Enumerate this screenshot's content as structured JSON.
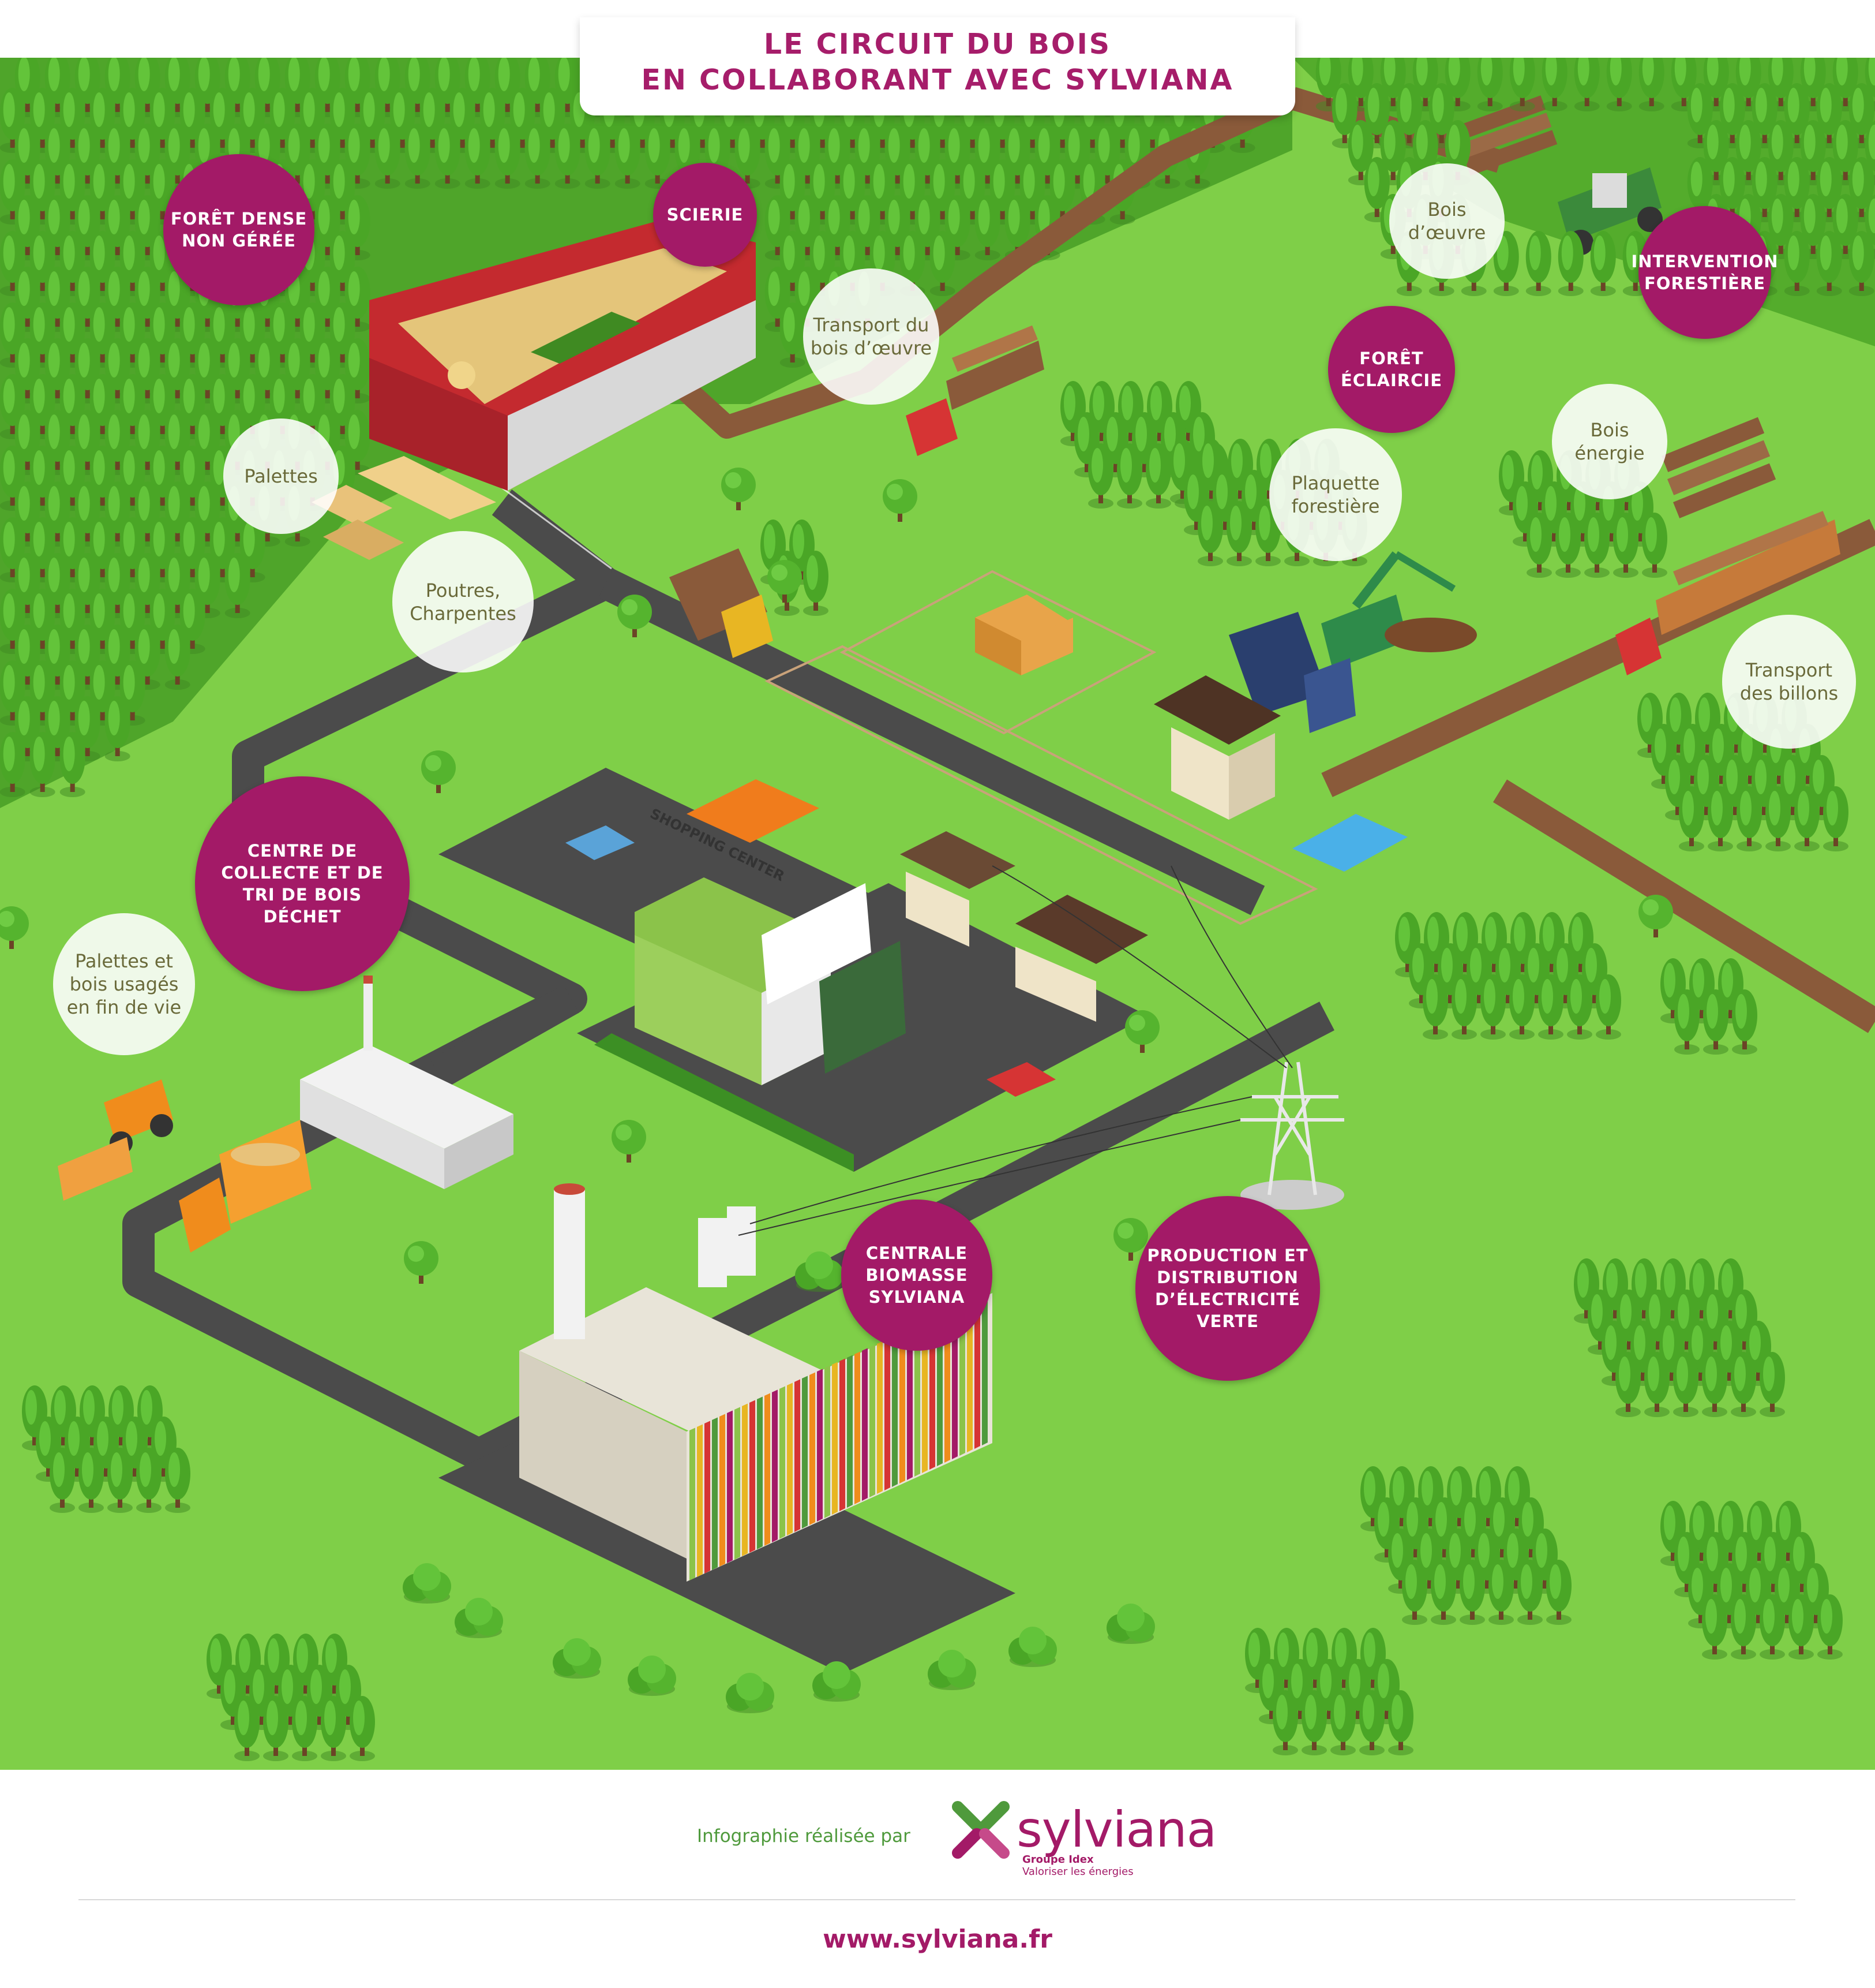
{
  "header": {
    "title_line1": "LE CIRCUIT DU BOIS",
    "title_line2": "EN COLLABORANT AVEC SYLVIANA"
  },
  "labels": {
    "foret_dense": "FORÊT DENSE NON GÉRÉE",
    "scierie": "SCIERIE",
    "transport_bois_oeuvre": "Transport du bois d’œuvre",
    "bois_oeuvre": "Bois d’œuvre",
    "intervention": "INTERVENTION FORESTIÈRE",
    "foret_eclaircie": "FORÊT ÉCLAIRCIE",
    "bois_energie": "Bois énergie",
    "plaquette": "Plaquette forestière",
    "transport_billons": "Transport des billons",
    "palettes": "Palettes",
    "poutres": "Poutres, Charpentes",
    "centre_collecte": "CENTRE DE COLLECTE ET DE TRI DE BOIS DÉCHET",
    "palettes_usages": "Palettes et bois usagés en fin de vie",
    "centrale": "CENTRALE BIOMASSE SYLVIANA",
    "production": "PRODUCTION ET DISTRIBUTION D’ÉLECTRICITÉ VERTE",
    "shopping_sign": "SHOPPING CENTER"
  },
  "footer": {
    "credit": "Infographie réalisée par",
    "logo_name": "sylviana",
    "logo_group": "Groupe Idex",
    "logo_tagline": "Valoriser les énergies",
    "website": "www.sylviana.fr"
  },
  "colors": {
    "brand": "#a31a67",
    "grass": "#7fcf48",
    "forest": "#4fa52a",
    "road": "#4b4b4b",
    "dirt_road": "#8a5a3a",
    "accent_green": "#4f9a3c"
  }
}
